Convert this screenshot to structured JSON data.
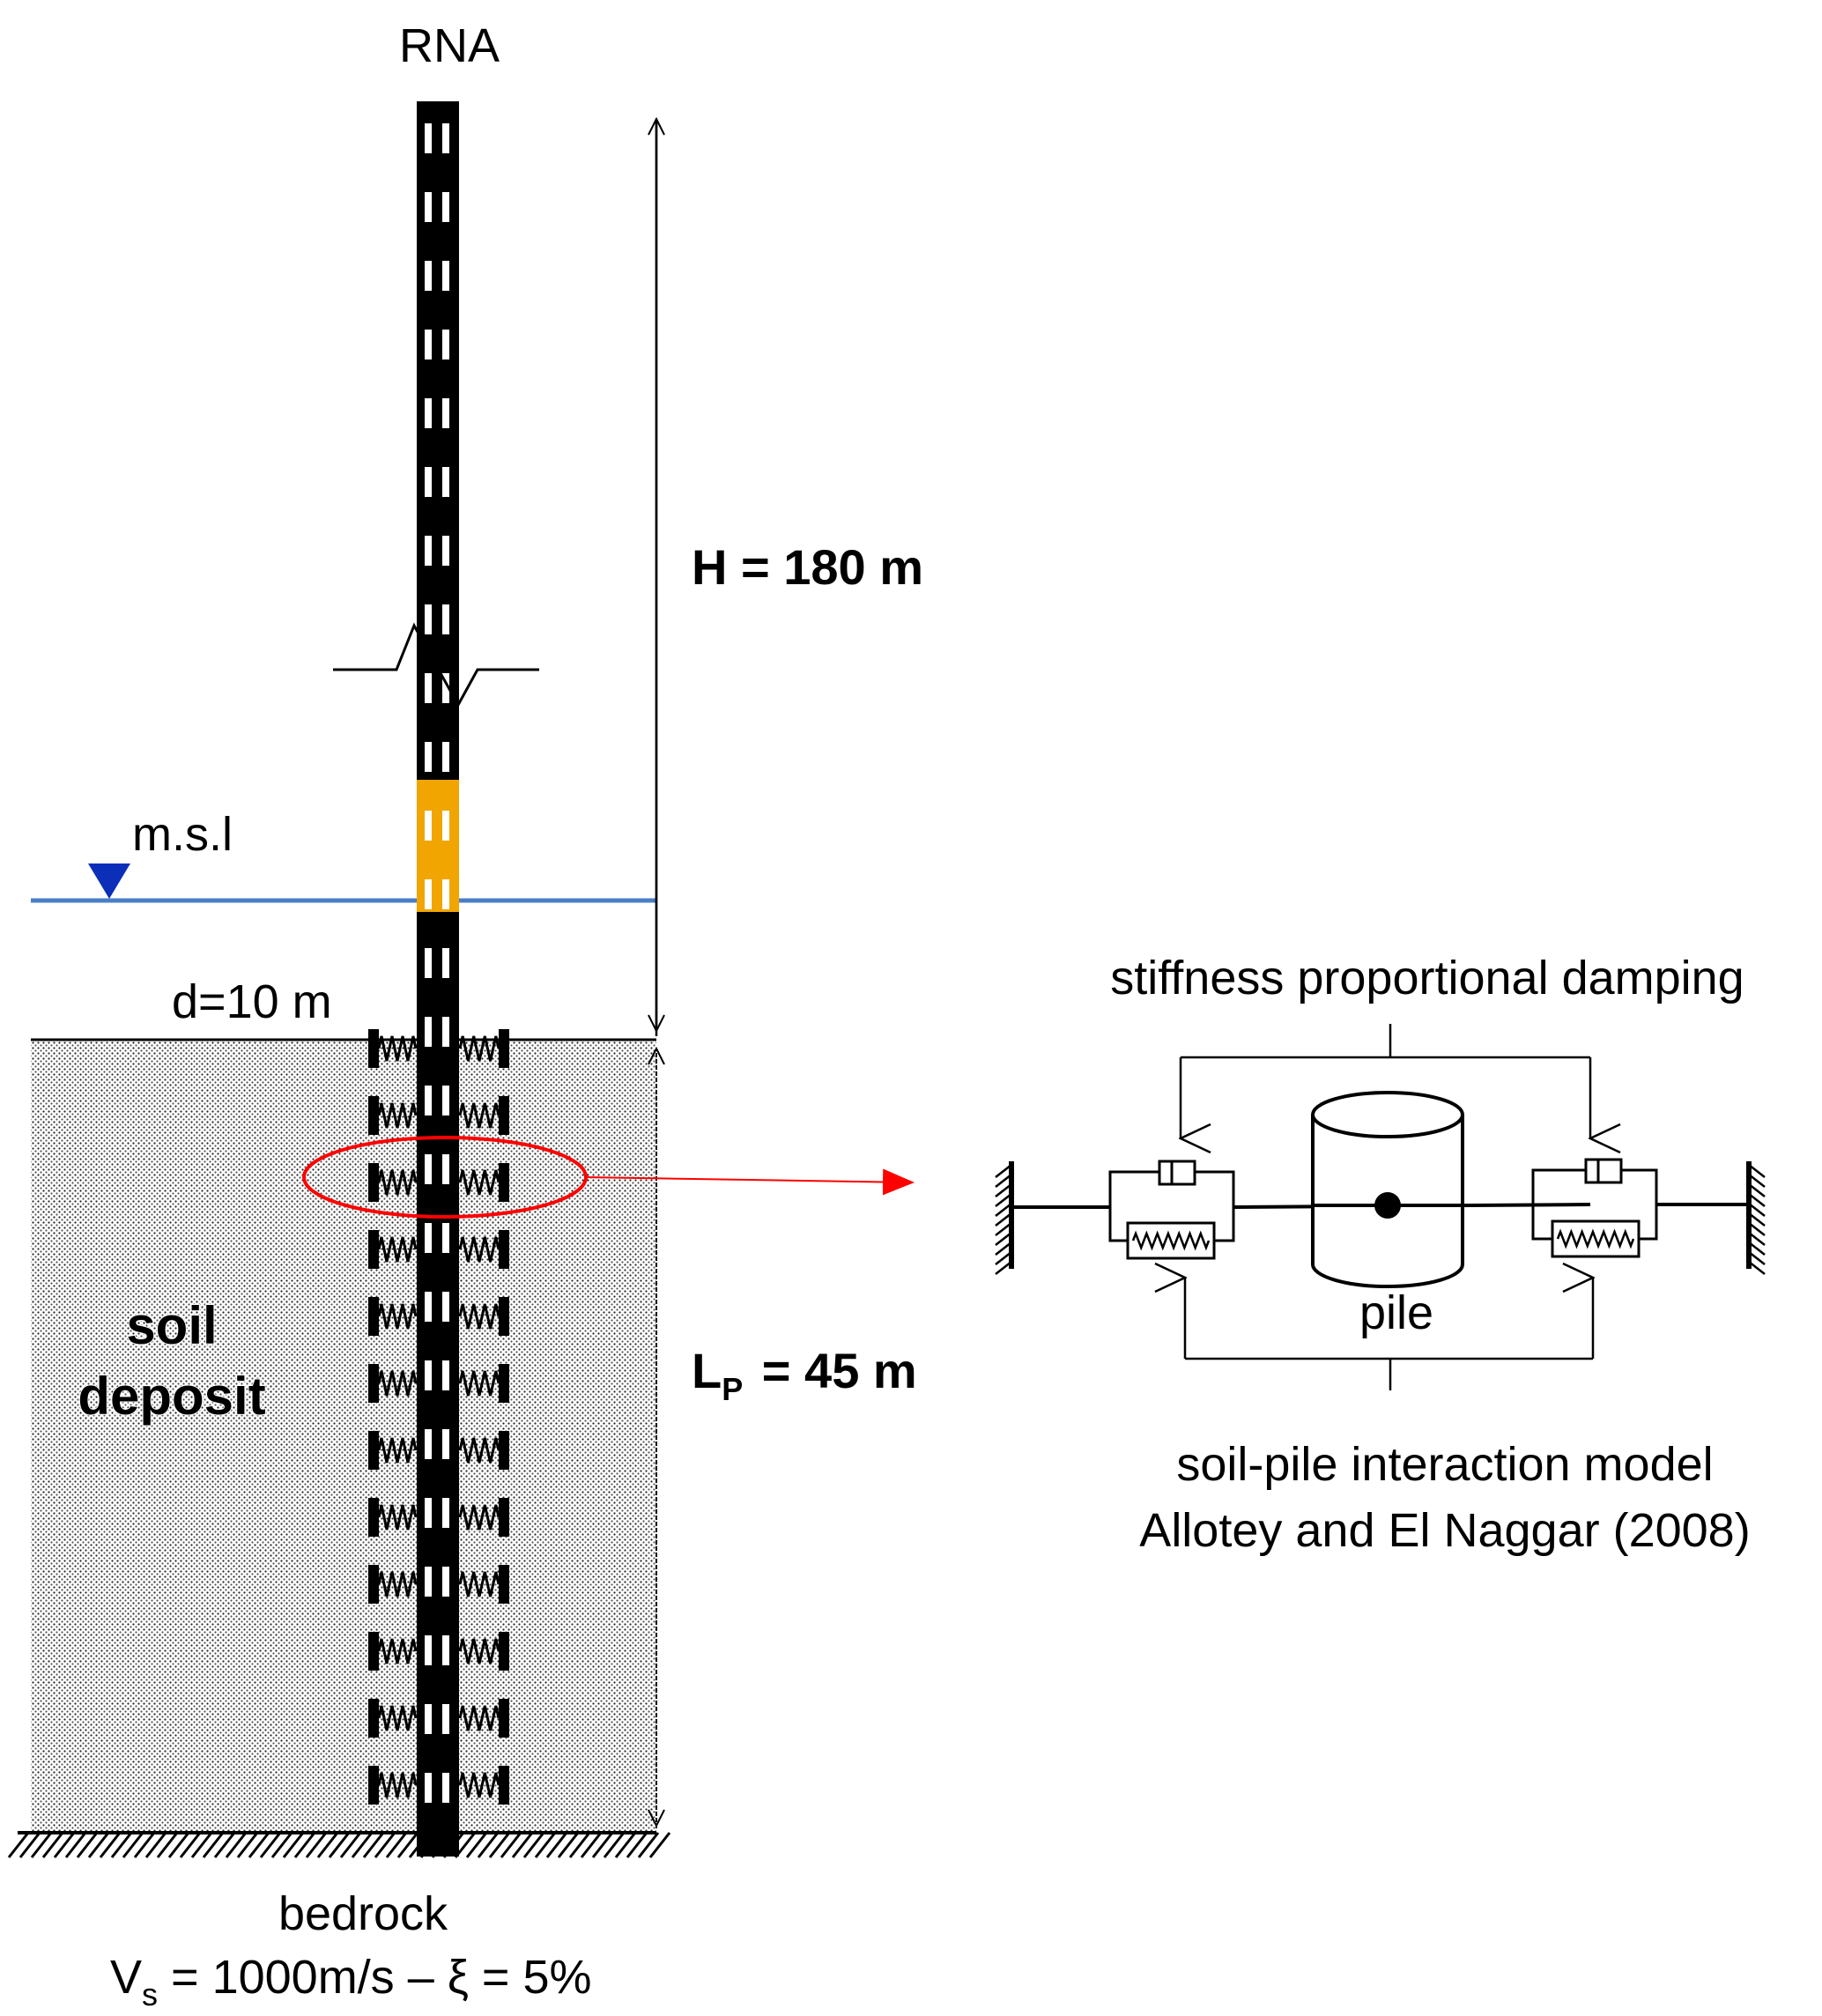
{
  "labels": {
    "rna": "RNA",
    "height": "H  = 180 m",
    "msl": "m.s.l",
    "water_depth": "d=10 m",
    "soil_line1": "soil",
    "soil_line2": "deposit",
    "pile_length_main": "L",
    "pile_length_sub": "P",
    "pile_length_value": " = 45 m",
    "bedrock": "bedrock",
    "bedrock_vs_main": "V",
    "bedrock_vs_sub": "s",
    "bedrock_vs_value": " = 1000m/s – ξ = 5%",
    "damping": "stiffness  proportional damping",
    "pile": "pile",
    "model_line1": "soil-pile interaction model",
    "model_line2": "Allotey and El Naggar (2008)"
  },
  "colors": {
    "tower": "#000000",
    "transition_piece": "#f0a500",
    "sea_level": "#4a7ec8",
    "msl_marker": "#0b2fb8",
    "detail_callout": "#ff0000"
  },
  "icons": {
    "sea_level_marker": "inverted-triangle-icon",
    "soil_spring": "spring-icon",
    "dashpot": "dashpot-icon",
    "fixed_support": "hatched-wall-icon"
  }
}
